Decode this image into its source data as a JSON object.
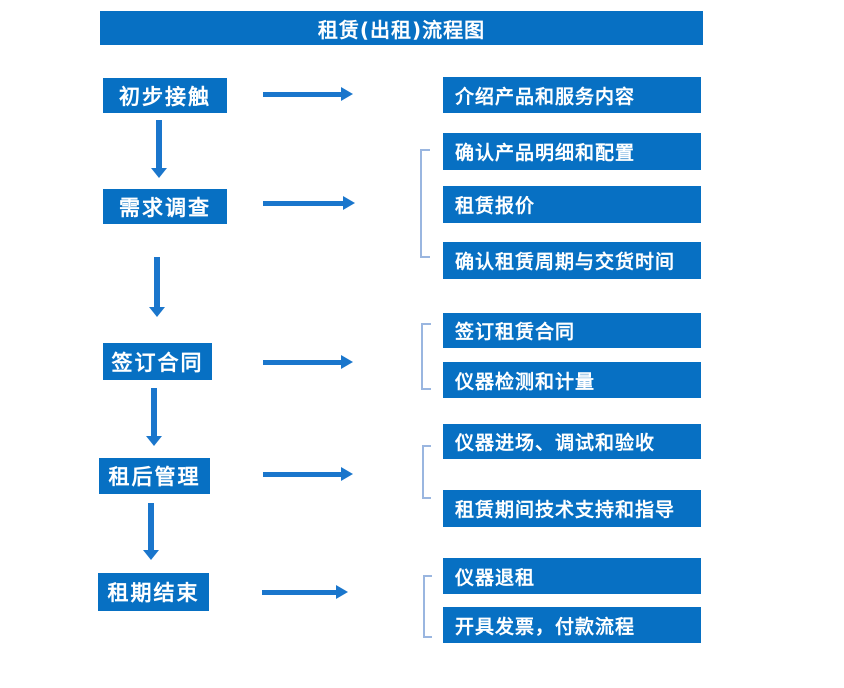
{
  "title": "租赁(出租)流程图",
  "colors": {
    "box": "#0770C3",
    "arrow": "#1A76CC",
    "bracket": "#9AB6E0",
    "text": "#FFFFFF",
    "background": "#FFFFFF"
  },
  "steps": [
    {
      "label": "初步接触",
      "outputs": [
        "介绍产品和服务内容"
      ]
    },
    {
      "label": "需求调查",
      "outputs": [
        "确认产品明细和配置",
        "租赁报价",
        "确认租赁周期与交货时间"
      ]
    },
    {
      "label": "签订合同",
      "outputs": [
        "签订租赁合同",
        "仪器检测和计量"
      ]
    },
    {
      "label": "租后管理",
      "outputs": [
        "仪器进场、调试和验收",
        "租赁期间技术支持和指导"
      ]
    },
    {
      "label": "租期结束",
      "outputs": [
        "仪器退租",
        "开具发票，付款流程"
      ]
    }
  ]
}
